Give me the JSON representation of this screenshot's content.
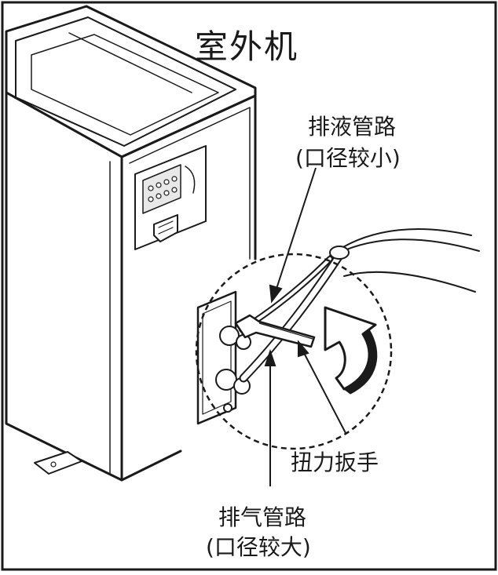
{
  "diagram": {
    "title": "室外机",
    "labels": {
      "liquid_pipe": "排液管路",
      "liquid_pipe_note": "(口径较小)",
      "torque_wrench": "扭力扳手",
      "gas_pipe": "排气管路",
      "gas_pipe_note": "(口径较大)"
    },
    "colors": {
      "line": "#1a1a1a",
      "fill": "#ffffff",
      "shade": "#e8e8e8"
    }
  }
}
